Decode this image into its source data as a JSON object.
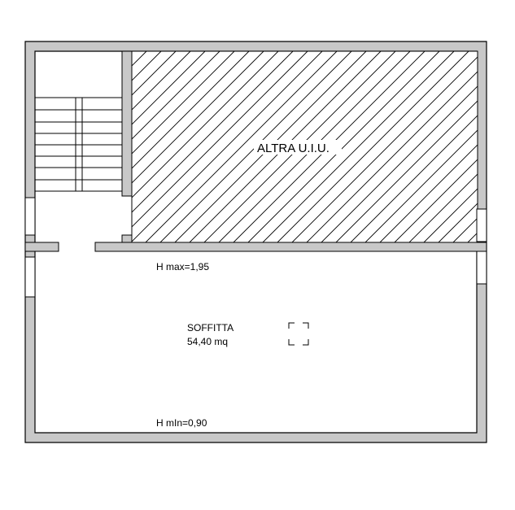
{
  "plan": {
    "rooms": {
      "other_unit": {
        "label": "ALTRA U.I.U."
      },
      "attic": {
        "name": "SOFFITTA",
        "area": "54,40 mq",
        "h_max": "H max=1,95",
        "h_min": "H mIn=0,90"
      }
    },
    "colors": {
      "wall_fill": "#c8c8c8",
      "wall_stroke": "#000000",
      "hatch": "#000000",
      "background": "#ffffff"
    }
  }
}
